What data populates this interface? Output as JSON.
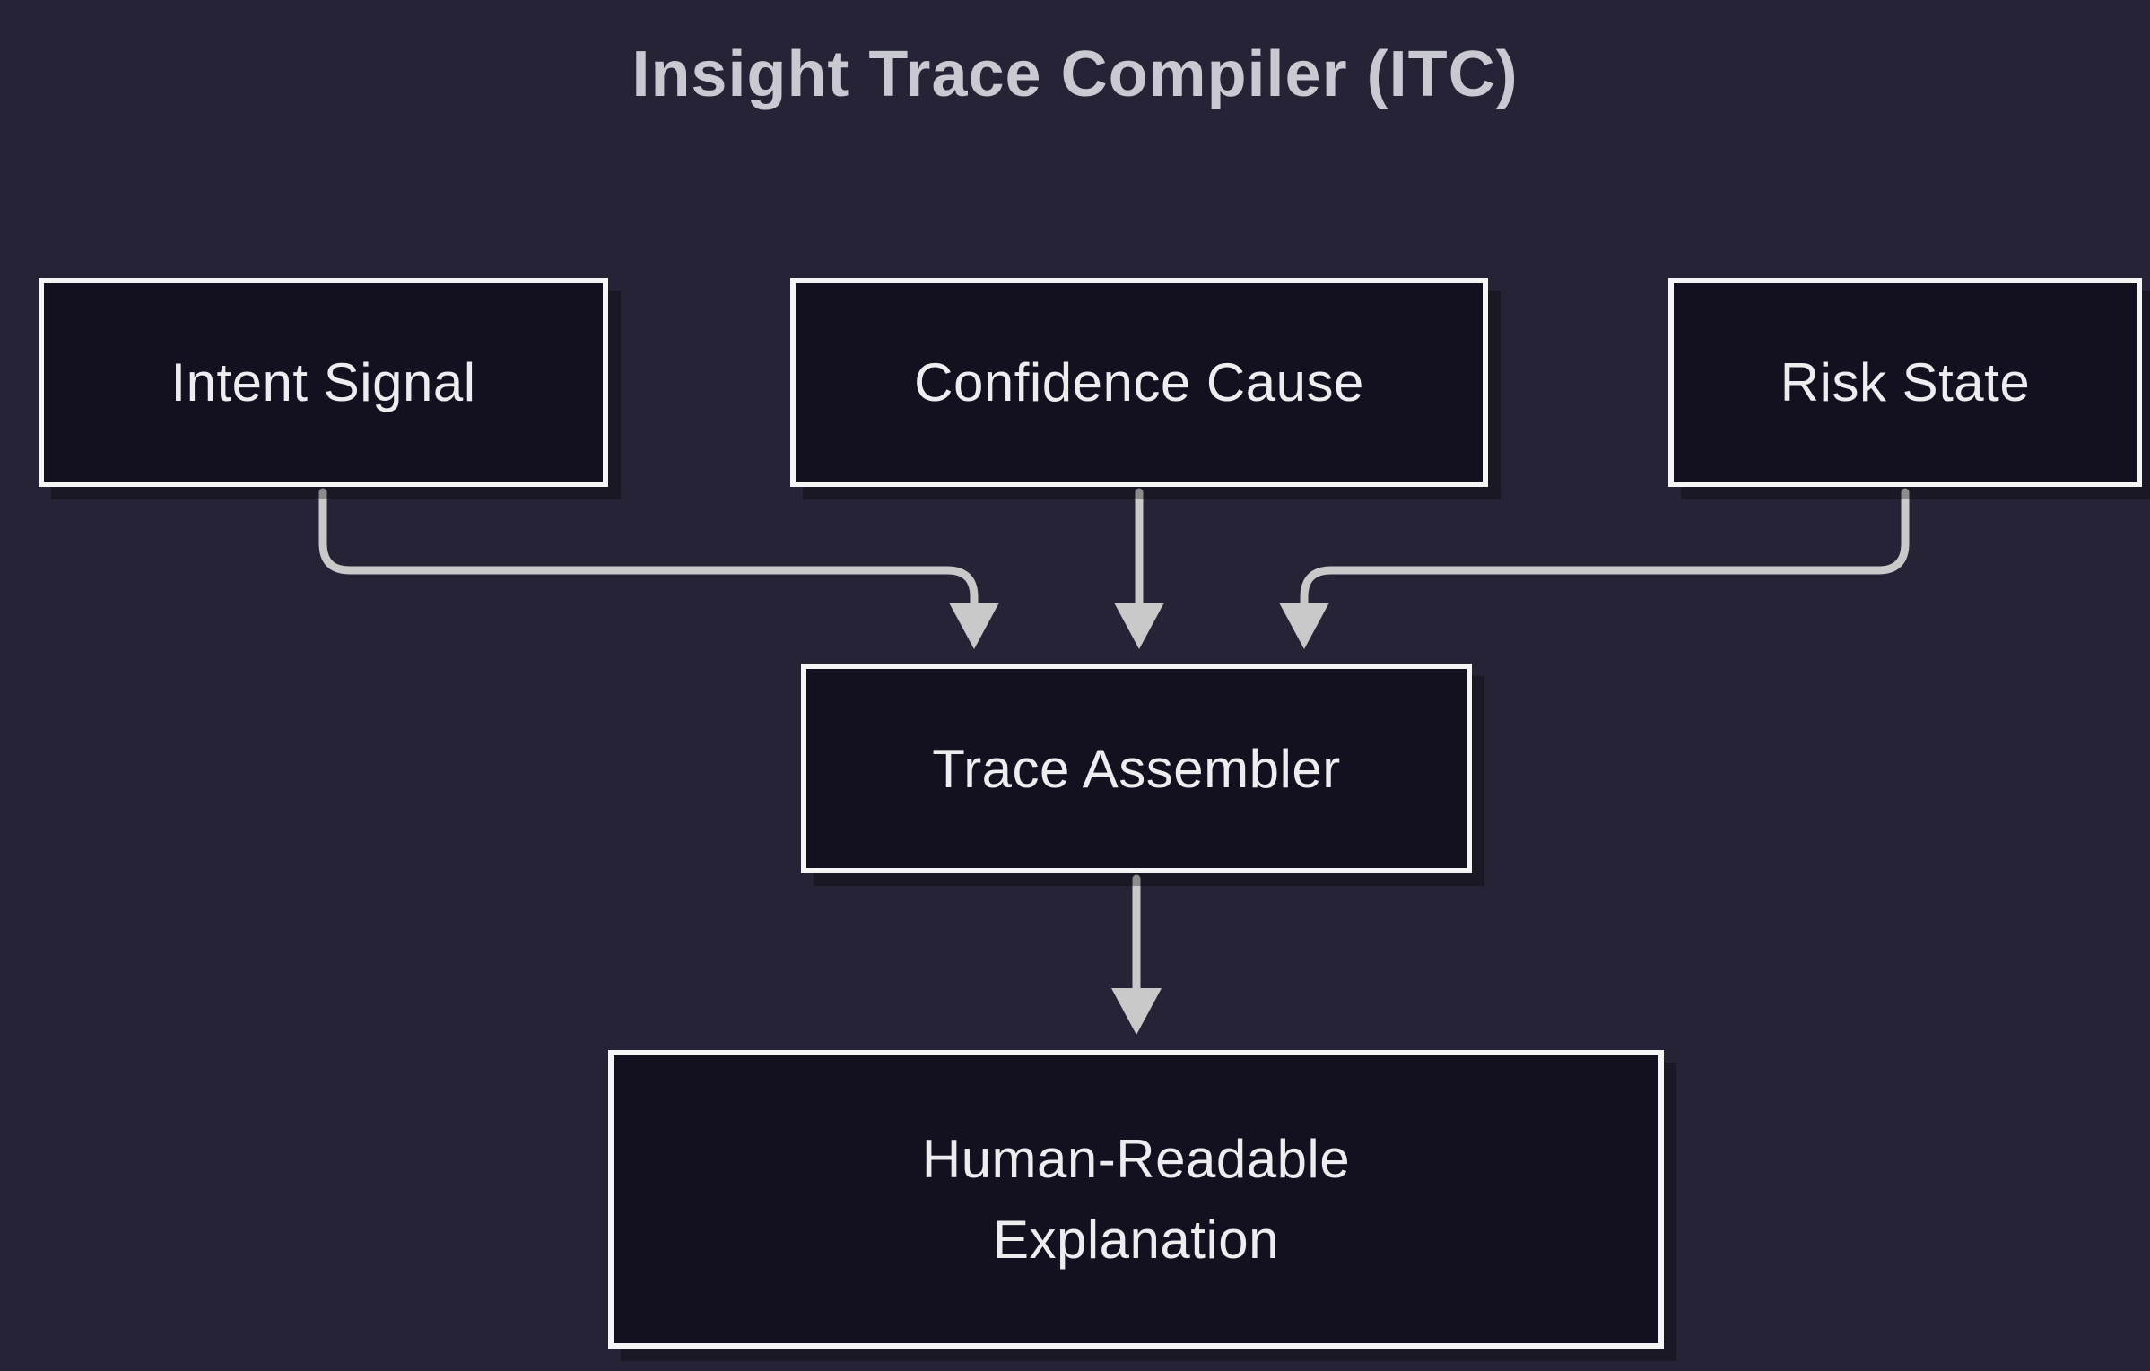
{
  "title": "Insight Trace Compiler (ITC)",
  "nodes": {
    "intent_signal": {
      "label": "Intent Signal"
    },
    "confidence_cause": {
      "label": "Confidence Cause"
    },
    "risk_state": {
      "label": "Risk State"
    },
    "trace_assembler": {
      "label": "Trace Assembler"
    },
    "explanation": {
      "label_line1": "Human-Readable",
      "label_line2": "Explanation"
    }
  },
  "edges": [
    {
      "from": "Intent Signal",
      "to": "Trace Assembler"
    },
    {
      "from": "Confidence Cause",
      "to": "Trace Assembler"
    },
    {
      "from": "Risk State",
      "to": "Trace Assembler"
    },
    {
      "from": "Trace Assembler",
      "to": "Human-Readable Explanation"
    }
  ],
  "colors": {
    "background": "#272337",
    "box_fill": "#131120",
    "box_border": "#f5f5f5",
    "box_text": "#ededf0",
    "title_text": "#c9c9d1",
    "arrow": "#c9c9c9"
  }
}
